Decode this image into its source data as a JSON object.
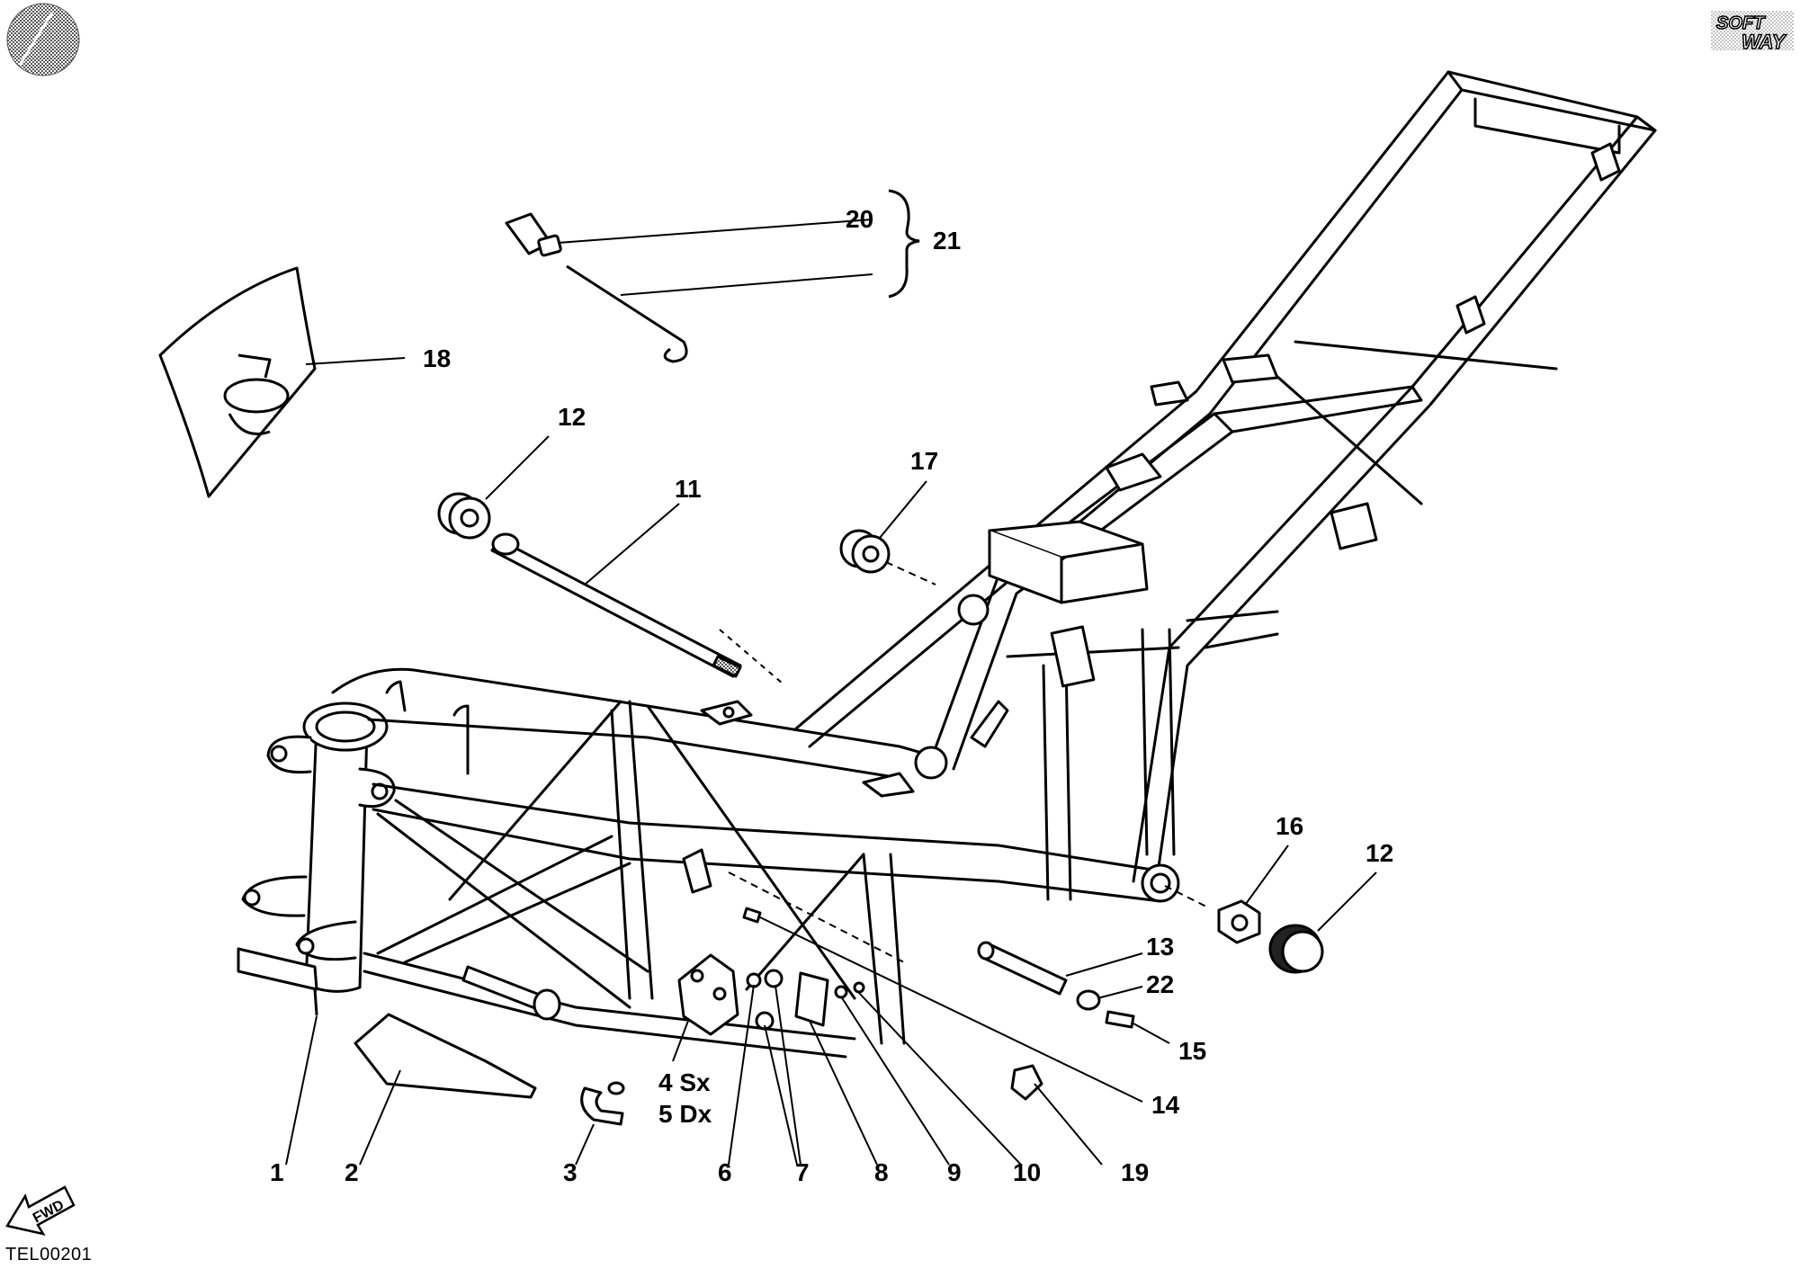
{
  "brand": {
    "line1": "SOFT",
    "line2": "WAY"
  },
  "drawing_code": "TEL00201",
  "fwd_label": "FWD",
  "callouts": {
    "c1": "1",
    "c2": "2",
    "c3": "3",
    "c4": "4 Sx",
    "c5": "5 Dx",
    "c6": "6",
    "c7": "7",
    "c8": "8",
    "c9": "9",
    "c10": "10",
    "c11": "11",
    "c12a": "12",
    "c12b": "12",
    "c13": "13",
    "c14": "14",
    "c15": "15",
    "c16": "16",
    "c17": "17",
    "c18": "18",
    "c19": "19",
    "c20": "20",
    "c21": "21",
    "c22": "22"
  }
}
